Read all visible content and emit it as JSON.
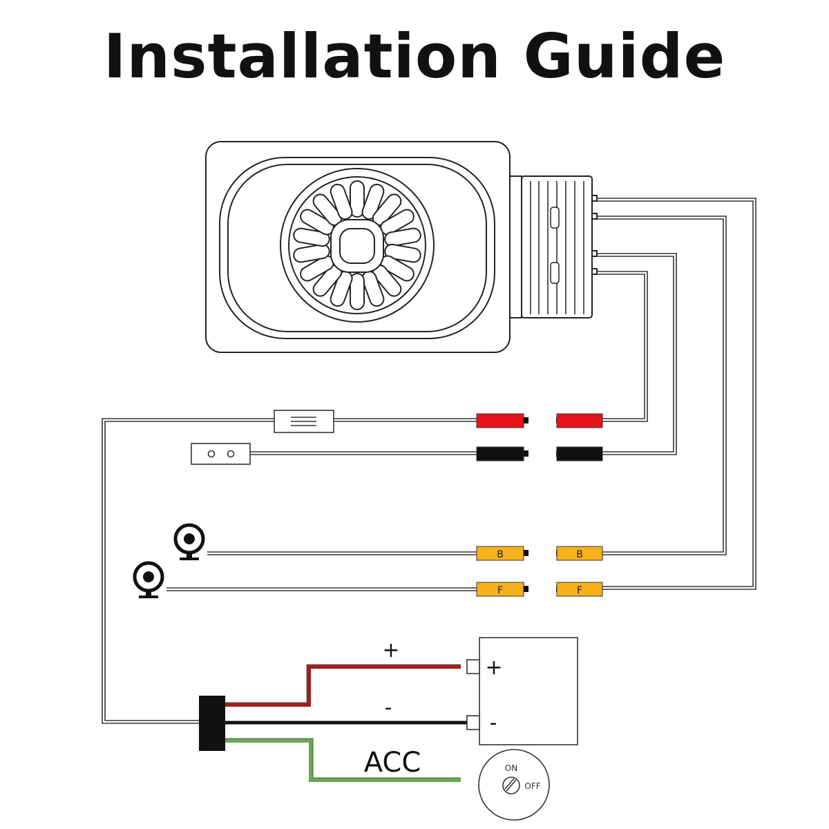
{
  "title": "Installation Guide",
  "colors": {
    "red_connector": "#e8131b",
    "black_connector": "#111111",
    "yellow_connector": "#f5b21b",
    "positive_wire": "#a31d1d",
    "negative_wire": "#111111",
    "acc_wire": "#6aa84f"
  },
  "connectors": {
    "rear_camera": "B",
    "front_camera": "F"
  },
  "battery": {
    "plus_terminal": "+",
    "minus_terminal": "-"
  },
  "wires": {
    "positive": "+",
    "negative": "-",
    "acc": "ACC"
  },
  "ignition": {
    "on": "ON",
    "off": "OFF"
  },
  "icons": [
    "fuse-icon",
    "gps-module-icon",
    "rear-camera-icon",
    "front-camera-icon",
    "ignition-key-icon",
    "dashcam-lens-icon"
  ]
}
